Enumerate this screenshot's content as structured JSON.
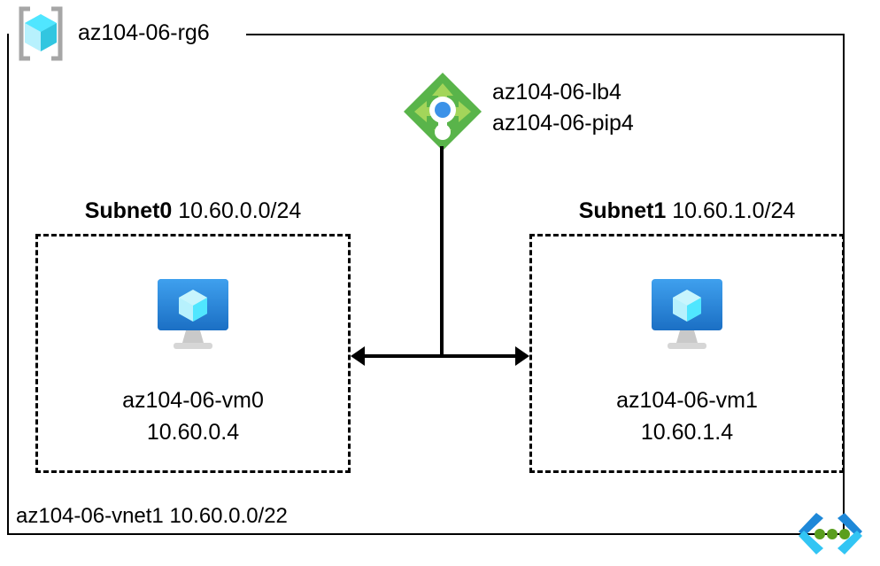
{
  "diagram": {
    "resource_group": {
      "icon": "resource-group-cube-icon",
      "label": "az104-06-rg6"
    },
    "load_balancer": {
      "icon": "load-balancer-icon",
      "name": "az104-06-lb4",
      "public_ip": "az104-06-pip4"
    },
    "subnets": [
      {
        "name": "Subnet0",
        "cidr": "10.60.0.0/24",
        "vm": {
          "icon": "virtual-machine-icon",
          "name": "az104-06-vm0",
          "ip": "10.60.0.4"
        }
      },
      {
        "name": "Subnet1",
        "cidr": "10.60.1.0/24",
        "vm": {
          "icon": "virtual-machine-icon",
          "name": "az104-06-vm1",
          "ip": "10.60.1.4"
        }
      }
    ],
    "vnet": {
      "icon": "virtual-network-icon",
      "label": "az104-06-vnet1 10.60.0.0/22"
    },
    "connector": {
      "type": "bidirectional-arrow"
    },
    "colors": {
      "load_balancer_green": "#59B44A",
      "load_balancer_arrow_green": "#A3D55A",
      "load_balancer_dot_blue": "#3C92E8",
      "vm_monitor_blue": "#2E8FE0",
      "cube_cyan": "#50E6FF",
      "bracket_gray": "#A6A6A6",
      "vnet_chevron_blue": "#1E88D8",
      "vnet_chevron_cyan": "#32C5F4",
      "vnet_dot_green": "#5A9E1E",
      "line_black": "#000000",
      "background": "#FFFFFF"
    }
  }
}
